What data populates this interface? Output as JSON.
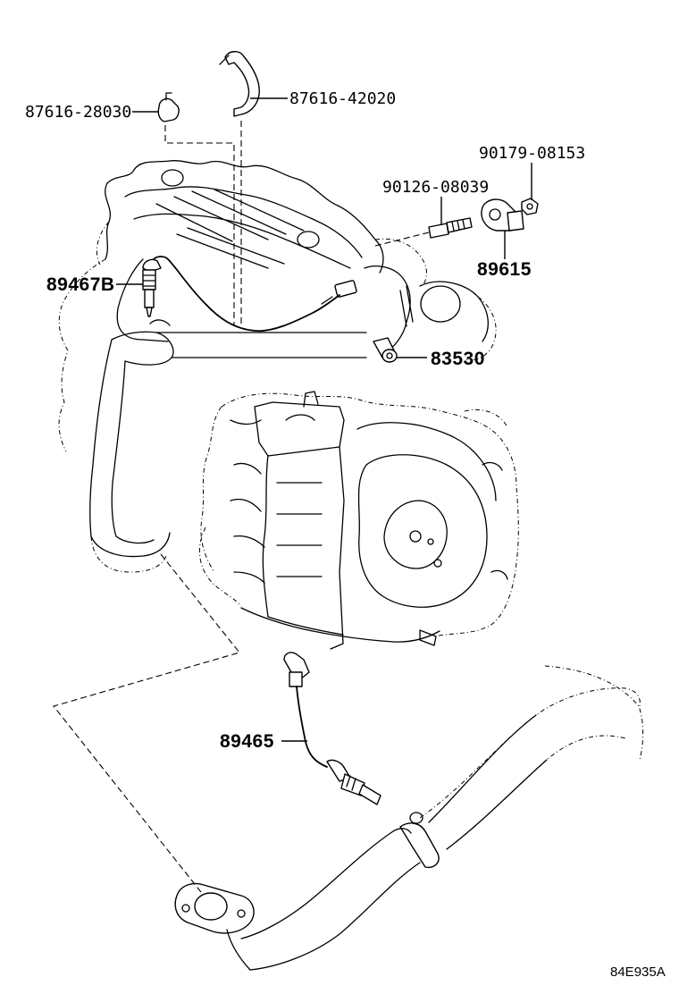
{
  "parts": {
    "p1": "87616-28030",
    "p2": "87616-42020",
    "p3": "90179-08153",
    "p4": "90126-08039",
    "p5": "89615",
    "p6": "89467B",
    "p7": "83530",
    "p8": "89465"
  },
  "figure_id": "84E935A"
}
